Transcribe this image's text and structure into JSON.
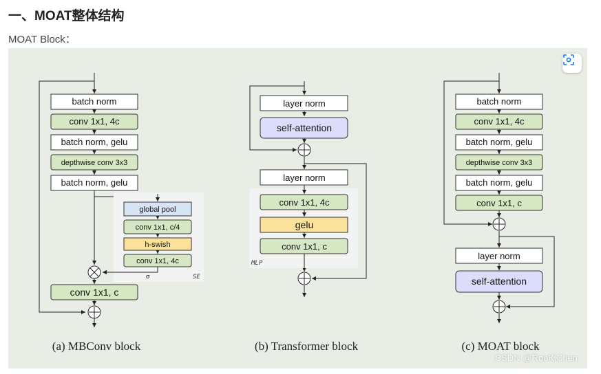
{
  "heading": "一、MOAT整体结构",
  "subtitle": "MOAT Block：",
  "figure": {
    "icons": {
      "zoom": "focus-scan-icon",
      "add": "plus-circle-icon",
      "multiply": "times-circle-icon"
    },
    "colors": {
      "white": "#ffffff",
      "green": "#d5e8c3",
      "blue": "#d6e4f5",
      "yellow": "#fbe29a",
      "purple": "#dcdcfb"
    },
    "mbconv": {
      "batch_norm": "batch norm",
      "conv1": "conv 1x1, 4c",
      "bn_gelu1": "batch norm, gelu",
      "depthwise": "depthwise conv 3x3",
      "bn_gelu2": "batch norm, gelu",
      "se_global_pool": "global pool",
      "se_conv1": "conv 1x1, c/4",
      "se_hswish": "h-swish",
      "se_conv2": "conv 1x1, 4c",
      "sigma": "σ",
      "se_tag": "SE",
      "conv_out": "conv 1x1, c",
      "caption": "(a) MBConv block"
    },
    "transformer": {
      "layer_norm1": "layer norm",
      "self_attention": "self-attention",
      "layer_norm2": "layer norm",
      "conv1": "conv 1x1, 4c",
      "gelu": "gelu",
      "conv2": "conv 1x1, c",
      "mlp_tag": "MLP",
      "caption": "(b) Transformer block"
    },
    "moat": {
      "batch_norm": "batch norm",
      "conv1": "conv 1x1, 4c",
      "bn_gelu1": "batch norm, gelu",
      "depthwise": "depthwise conv 3x3",
      "bn_gelu2": "batch norm, gelu",
      "conv_out": "conv 1x1, c",
      "layer_norm": "layer norm",
      "self_attention": "self-attention",
      "caption": "(c) MOAT block"
    },
    "watermark": "CSDN @RooKiChen"
  }
}
